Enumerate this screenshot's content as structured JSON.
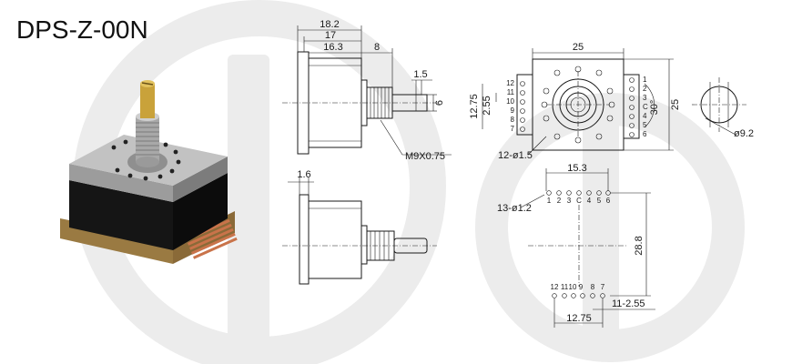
{
  "title": "DPS-Z-00N",
  "side_view": {
    "dim_overall": "18.2",
    "dim_body": "17",
    "dim_base": "16.3",
    "dim_shaft": "8",
    "dim_flat": "1.5",
    "dim_dia": "6",
    "thread": "M9X0.75"
  },
  "bottom_side_view": {
    "dim_pin": "1.6"
  },
  "front_view": {
    "dim_width": "25",
    "dim_height": "25",
    "dim_pitch_total": "12.75",
    "dim_pitch": "2.55",
    "angle": "30°",
    "holes": "12-ø1.5",
    "left_pins": [
      "12",
      "11",
      "10",
      "9",
      "8",
      "7"
    ],
    "right_pins": [
      "1",
      "2",
      "3",
      "C",
      "4",
      "5",
      "6"
    ]
  },
  "shaft_section": {
    "dia": "ø9.2"
  },
  "pcb_layout": {
    "dim_top": "15.3",
    "holes": "13-ø1.2",
    "top_pins": [
      "1",
      "2",
      "3",
      "C",
      "4",
      "5",
      "6"
    ],
    "dim_height": "28.8",
    "bottom_pins": [
      "12",
      "11",
      "10",
      "9",
      "8",
      "7"
    ],
    "dim_pitch": "11-2.55",
    "dim_bottom": "12.75"
  },
  "colors": {
    "watermark": "#ececec",
    "body_dark": "#161616",
    "metal": "#b7b7b7",
    "brass": "#c9a23a",
    "pcb": "#9a7a42",
    "pins": "#c9734a"
  }
}
